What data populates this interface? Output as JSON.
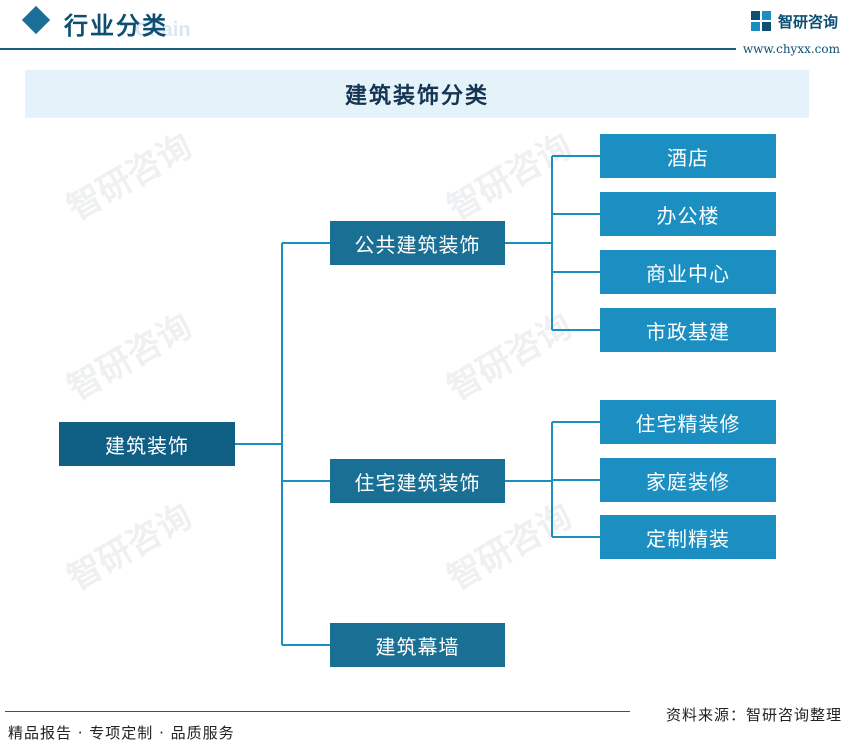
{
  "header": {
    "title": "行业分类",
    "ghost_text": "Chain",
    "brand_name": "智研咨询",
    "brand_url": "www.chyxx.com"
  },
  "banner": {
    "title": "建筑装饰分类"
  },
  "watermark": {
    "text": "智研咨询"
  },
  "tree": {
    "root": "建筑装饰",
    "branches": [
      {
        "label": "公共建筑装饰",
        "children": [
          "酒店",
          "办公楼",
          "商业中心",
          "市政基建"
        ]
      },
      {
        "label": "住宅建筑装饰",
        "children": [
          "住宅精装修",
          "家庭装修",
          "定制精装"
        ]
      },
      {
        "label": "建筑幕墙",
        "children": []
      }
    ]
  },
  "footer": {
    "source": "资料来源：智研咨询整理",
    "slogan": "精品报告 · 专项定制 · 品质服务"
  },
  "colors": {
    "root": "#0f5e84",
    "mid": "#1a6f94",
    "leaf": "#1b8fc2",
    "connector": "#1b8fc2",
    "banner": "#e4f3fa"
  }
}
